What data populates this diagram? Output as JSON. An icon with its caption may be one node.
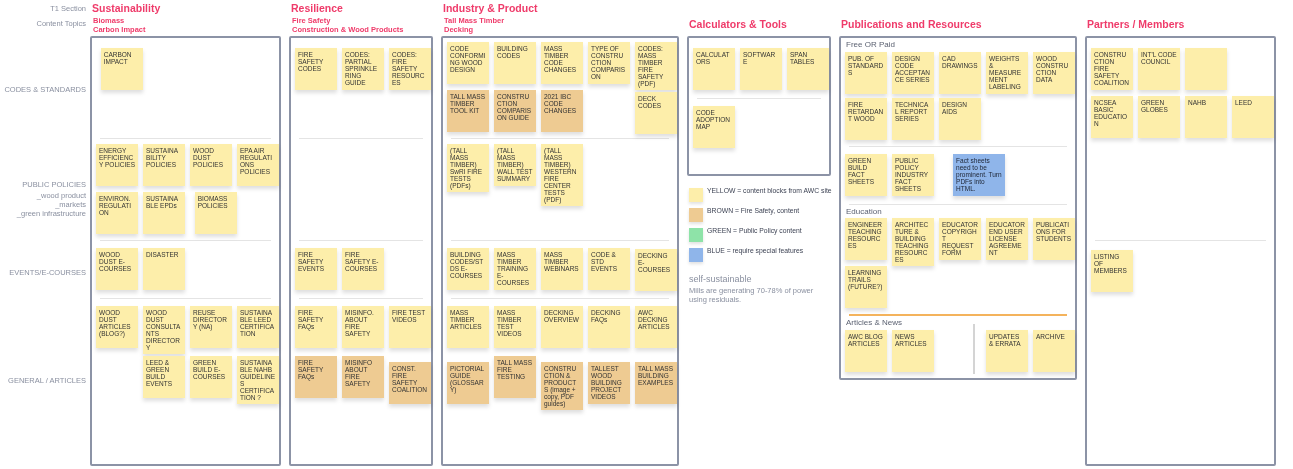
{
  "diagram": {
    "nodes": [
      {
        "text": [
          "Sustainability",
          "Biomass",
          "Carbon Impact"
        ]
      },
      {
        "text": [
          "CARBON IMPACT"
        ],
        "in": 0
      },
      {
        "text": [
          "ENERGY EFFICIENCY POLICIES"
        ],
        "in": 0
      },
      {
        "text": [
          "SUSTAINABILITY POLICIES"
        ],
        "in": 0
      },
      {
        "text": [
          "WOOD DUST POLICIES"
        ],
        "in": 0
      },
      {
        "text": [
          "EPA AIR REGULATIONS POLICIES"
        ],
        "in": 0
      },
      {
        "text": [
          "ENVIRON. REGULATION"
        ],
        "in": 0
      },
      {
        "text": [
          "SUSTAINABLE EPDs"
        ],
        "in": 0
      },
      {
        "text": [
          "BIOMASS POLICIES"
        ],
        "in": 0
      },
      {
        "text": [
          "WOOD DUST E-COURSES"
        ],
        "in": 0
      },
      {
        "text": [
          "DISASTER"
        ],
        "in": 0
      },
      {
        "text": [
          "WOOD DUST ARTICLES (BLOG?)"
        ],
        "in": 0
      },
      {
        "text": [
          "WOOD DUST CONSULTANTS DIRECTORY"
        ],
        "in": 0
      },
      {
        "text": [
          "REUSE DIRECTORY (NA)"
        ],
        "in": 0
      },
      {
        "text": [
          "SUSTAINABLE LEED CERTIFICATION"
        ],
        "in": 0
      },
      {
        "text": [
          "LEED & GREEN BUILD EVENTS"
        ],
        "in": 0
      },
      {
        "text": [
          "GREEN BUILD E-COURSES"
        ],
        "in": 0
      },
      {
        "text": [
          "SUSTAINABLE NAHB GUIDELINES CERTIFICATION ?"
        ],
        "in": 0
      },
      {
        "text": [
          "Resilience",
          "Fire Safety",
          "Construction & Wood Products"
        ]
      },
      {
        "text": [
          "FIRE SAFETY CODES"
        ],
        "in": 18
      },
      {
        "text": [
          "CODES: PARTIAL SPRINKLERING GUIDE"
        ],
        "in": 18
      },
      {
        "text": [
          "CODES: FIRE SAFETY RESOURCES"
        ],
        "in": 18
      },
      {
        "text": [
          "FIRE SAFETY EVENTS"
        ],
        "in": 18
      },
      {
        "text": [
          "FIRE SAFETY E-COURSES"
        ],
        "in": 18
      },
      {
        "text": [
          "FIRE SAFETY FAQs"
        ],
        "in": 18
      },
      {
        "text": [
          "MISINFO. ABOUT FIRE SAFETY"
        ],
        "in": 18
      },
      {
        "text": [
          "FIRE TEST VIDEOS"
        ],
        "in": 18
      },
      {
        "text": [
          "FIRE SAFETY FAQs"
        ],
        "in": 18
      },
      {
        "text": [
          "MISINFO ABOUT FIRE SAFETY"
        ],
        "in": 18
      },
      {
        "text": [
          "CONST. FIRE SAFETY COALITION"
        ],
        "in": 18
      },
      {
        "text": [
          "Industry & Product",
          "Tall Mass Timber",
          "Decking"
        ]
      },
      {
        "text": [
          "CODE CONFORMING WOOD DESIGN"
        ],
        "in": 30
      },
      {
        "text": [
          "BUILDING CODES"
        ],
        "in": 30
      },
      {
        "text": [
          "MASS TIMBER CODE CHANGES"
        ],
        "in": 30
      },
      {
        "text": [
          "TYPE OF CONSTRUCTION COMPARISON"
        ],
        "in": 30
      },
      {
        "text": [
          "CODES: MASS TIMBER FIRE SAFETY (PDF)"
        ],
        "in": 30
      },
      {
        "text": [
          "TALL MASS TIMBER TOOL KIT"
        ],
        "in": 30
      },
      {
        "text": [
          "CONSTRUCTION COMPARISON GUIDE"
        ],
        "in": 30
      },
      {
        "text": [
          "2021 IBC CODE CHANGES"
        ],
        "in": 30
      },
      {
        "text": [
          "DECK CODES"
        ],
        "in": 30
      },
      {
        "text": [
          "(TALL MASS TIMBER) SwRI FIRE TESTS (PDFs)"
        ],
        "in": 30
      },
      {
        "text": [
          "(TALL MASS TIMBER) WALL TEST SUMMARY"
        ],
        "in": 30
      },
      {
        "text": [
          "(TALL MASS TIMBER) WESTERN FIRE CENTER TESTS (PDF)"
        ],
        "in": 30
      },
      {
        "text": [
          "BUILDING CODES/STDS E-COURSES"
        ],
        "in": 30
      },
      {
        "text": [
          "MASS TIMBER TRAINING E-COURSES"
        ],
        "in": 30
      },
      {
        "text": [
          "MASS TIMBER WEBINARS"
        ],
        "in": 30
      },
      {
        "text": [
          "CODE & STD EVENTS"
        ],
        "in": 30
      },
      {
        "text": [
          "DECKING E-COURSES"
        ],
        "in": 30
      },
      {
        "text": [
          "MASS TIMBER TEST VIDEOS"
        ],
        "in": 30
      },
      {
        "text": [
          "DECKING OVERVIEW"
        ],
        "in": 30
      },
      {
        "text": [
          "DECKING FAQs"
        ],
        "in": 30
      },
      {
        "text": [
          "AWC DECKING ARTICLES"
        ],
        "in": 30
      },
      {
        "text": [
          "MASS TIMBER ARTICLES"
        ],
        "in": 30
      },
      {
        "text": [
          "PICTORIAL GUIDE (GLOSSARY)"
        ],
        "in": 30
      },
      {
        "text": [
          "TALL MASS FIRE TESTING"
        ],
        "in": 30
      },
      {
        "text": [
          "CONSTRUCTION & PRODUCTS (image + copy, PDF guides)"
        ],
        "in": 30
      },
      {
        "text": [
          "TALLEST WOOD BUILDING PROJECT VIDEOS"
        ],
        "in": 30
      },
      {
        "text": [
          "TALL MASS BUILDING EXAMPLES"
        ],
        "in": 30
      },
      {
        "text": [
          "Calculators & Tools"
        ]
      },
      {
        "text": [
          "CALCULATORS"
        ],
        "in": 58
      },
      {
        "text": [
          "SOFTWARE"
        ],
        "in": 58
      },
      {
        "text": [
          "SPAN TABLES"
        ],
        "in": 58
      },
      {
        "text": [
          "CODE ADOPTION MAP"
        ],
        "in": 58
      },
      {
        "text": [
          "Publications and Resources"
        ]
      },
      {
        "text": [
          "PUB. OF STANDARDS"
        ],
        "in": 63
      },
      {
        "text": [
          "DESIGN CODE ACCEPTANCE SERIES"
        ],
        "in": 63
      },
      {
        "text": [
          "CAD DRAWINGS"
        ],
        "in": 63
      },
      {
        "text": [
          "WEIGHTS & MEASUREMENT LABELING"
        ],
        "in": 63
      },
      {
        "text": [
          "WOOD CONSTRUCTION DATA"
        ],
        "in": 63
      },
      {
        "text": [
          "FIRE RETARDANT WOOD"
        ],
        "in": 63
      },
      {
        "text": [
          "TECHNICAL REPORT SERIES"
        ],
        "in": 63
      },
      {
        "text": [
          "DESIGN AIDS"
        ],
        "in": 63
      },
      {
        "text": [
          "GREEN BUILD FACT SHEETS"
        ],
        "in": 63
      },
      {
        "text": [
          "PUBLIC POLICY INDUSTRY FACT SHEETS"
        ],
        "in": 63
      },
      {
        "text": [
          "Fact sheets need to be prominent. Turn PDFs into HTML."
        ],
        "in": 63
      },
      {
        "text": [
          "ENGINEER TEACHING RESOURCES"
        ],
        "in": 63
      },
      {
        "text": [
          "ARCHITECTURE & BUILDING TEACHING RESOURCES"
        ],
        "in": 63
      },
      {
        "text": [
          "EDUCATOR COPYRIGHT REQUEST FORM"
        ],
        "in": 63
      },
      {
        "text": [
          "EDUCATOR END USER LICENSE AGREEMENT"
        ],
        "in": 63
      },
      {
        "text": [
          "PUBLICATIONS FOR STUDENTS"
        ],
        "in": 63
      },
      {
        "text": [
          "LEARNING TRAILS (FUTURE?)"
        ],
        "in": 63
      },
      {
        "text": [
          "AWC BLOG ARTICLES"
        ],
        "in": 63
      },
      {
        "text": [
          "NEWS ARTICLES"
        ],
        "in": 63
      },
      {
        "text": [
          "UPDATES & ERRATA"
        ],
        "in": 63
      },
      {
        "text": [
          "ARCHIVE"
        ],
        "in": 63
      },
      {
        "text": [
          "Partners / Members"
        ]
      },
      {
        "text": [
          "CONSTRUCTION FIRE SAFETY COALITION"
        ],
        "in": 85
      },
      {
        "text": [
          "INT'L CODE COUNCIL"
        ],
        "in": 85
      },
      {
        "text": [],
        "shape": "box",
        "in": 85
      },
      {
        "text": [
          "NCSEA BASIC EDUCATION"
        ],
        "in": 85
      },
      {
        "text": [
          "GREEN GLOBES"
        ],
        "in": 85
      },
      {
        "text": [
          "NAHB"
        ],
        "in": 85
      },
      {
        "text": [
          "LEED"
        ],
        "in": 85
      },
      {
        "text": [
          "LISTING OF MEMBERS"
        ],
        "in": 85
      }
    ],
    "edges": [],
    "labels": [
      "T1 Section",
      "Content Topics",
      "CODES & STANDARDS",
      "PUBLIC POLICIES",
      "_wood product",
      "_markets",
      "_green infrastructure",
      "EVENTS/E-COURSES",
      "GENERAL / ARTICLES",
      "Free OR Paid",
      "Education",
      "Articles & News",
      "self-sustainable",
      "Mills are generating 70-78% of power using residuals."
    ],
    "legend": [
      {
        "text": "YELLOW = content blocks from AWC site",
        "color": "#fdeeaa"
      },
      {
        "text": "BROWN = Fire Safety, content",
        "color": "#eecb92"
      },
      {
        "text": "GREEN = Public Policy content",
        "color": "#8ee3a8"
      },
      {
        "text": "BLUE = require special features",
        "color": "#8fb5ea"
      }
    ]
  }
}
